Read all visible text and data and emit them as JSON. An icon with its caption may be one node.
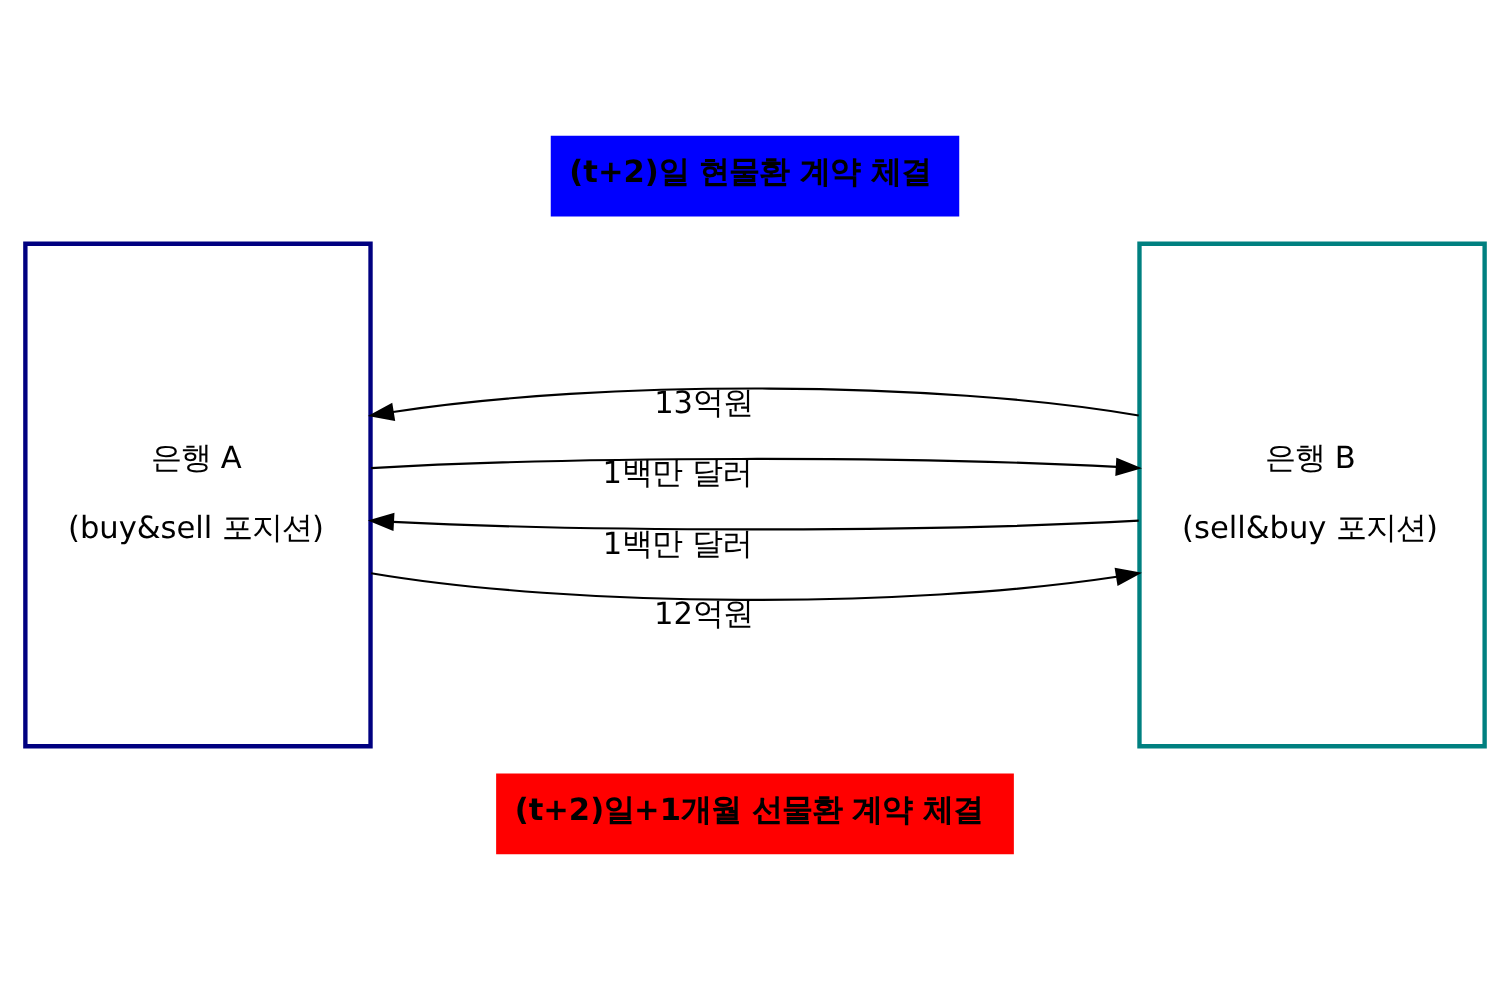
{
  "diagram": {
    "nodes": [
      {
        "text": [
          "은행 A",
          "(buy&sell 포지션)"
        ]
      },
      {
        "text": [
          "(t+2)일 현물환 계약 체결"
        ]
      },
      {
        "text": [
          "은행 B",
          "(sell&buy 포지션)"
        ]
      },
      {
        "text": [
          "(t+2)일+1개월 선물환 계약 체결"
        ]
      }
    ],
    "edges": [
      {
        "from": 0,
        "to": 2,
        "arrow": "to",
        "label": "12억원"
      },
      {
        "from": 2,
        "to": 0,
        "arrow": "to",
        "label": "1백만 달러"
      },
      {
        "from": 0,
        "to": 2,
        "arrow": "to",
        "label": "1백만 달러"
      },
      {
        "from": 2,
        "to": 0,
        "arrow": "to",
        "label": "13억원"
      }
    ]
  }
}
